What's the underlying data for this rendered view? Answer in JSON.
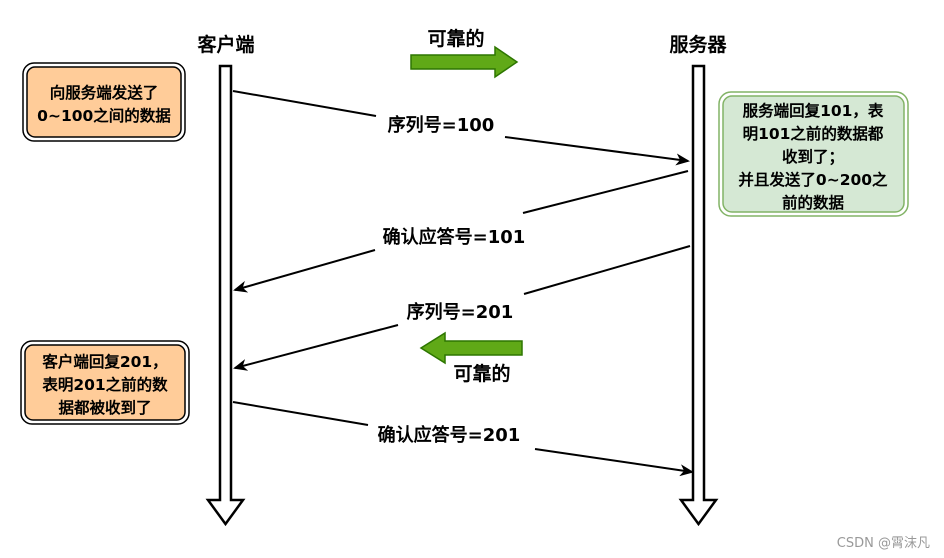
{
  "actors": {
    "client": "客户端",
    "server": "服务器"
  },
  "reliable_top": "可靠的",
  "reliable_bottom": "可靠的",
  "messages": [
    {
      "label": "序列号=100"
    },
    {
      "label": "确认应答号=101"
    },
    {
      "label": "序列号=201"
    },
    {
      "label": "确认应答号=201"
    }
  ],
  "notes": {
    "client_1": [
      "向服务端发送了",
      "0~100之间的数据"
    ],
    "server_1": [
      "服务端回复101，表",
      "明101之前的数据都",
      "收到了；",
      "并且发送了0~200之",
      "前的数据"
    ],
    "client_2": [
      "客户端回复201，",
      "表明201之前的数",
      "据都被收到了"
    ]
  },
  "watermark": "CSDN @霄沫凡",
  "colors": {
    "note_orange_fill": "#FFCC99",
    "note_green_fill": "#D5E8D4",
    "note_green_border": "#82B366",
    "arrow_green": "#60A917",
    "arrow_green_border": "#2D7600"
  }
}
